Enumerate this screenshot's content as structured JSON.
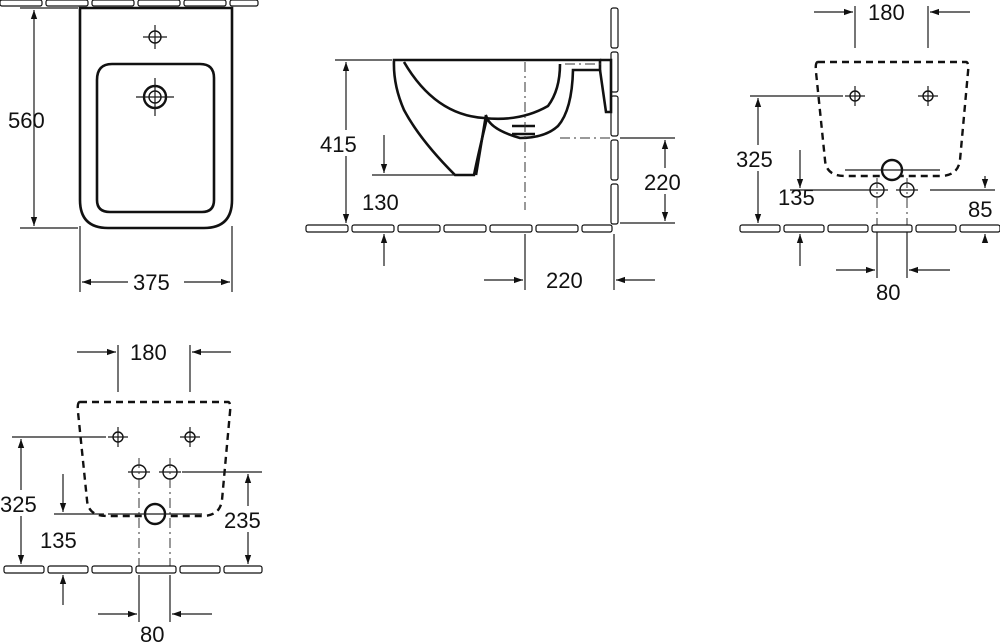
{
  "front_view": {
    "height": "560",
    "width": "375"
  },
  "side_view": {
    "total_height": "415",
    "lower_height": "130",
    "right_height": "220",
    "bottom_depth": "220"
  },
  "rear_view_top": {
    "width": "180",
    "height": "325",
    "lower": "135",
    "right": "85",
    "bottom": "80"
  },
  "rear_view_bottom": {
    "width": "180",
    "height": "325",
    "lower": "135",
    "right": "235",
    "bottom": "80"
  }
}
